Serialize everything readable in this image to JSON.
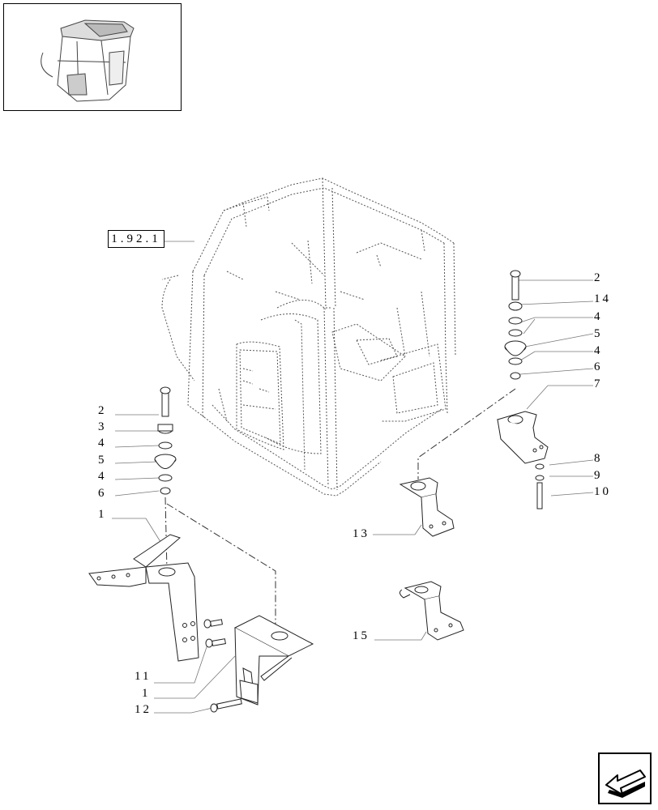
{
  "reference": {
    "label": "1.92.1"
  },
  "callouts": {
    "left": {
      "c2": "2",
      "c3": "3",
      "c4a": "4",
      "c5": "5",
      "c4b": "4",
      "c6": "6",
      "c1a": "1",
      "c11": "11",
      "c1b": "1",
      "c12": "12"
    },
    "right": {
      "c2": "2",
      "c14": "14",
      "c4a": "4",
      "c5": "5",
      "c4b": "4",
      "c6": "6",
      "c7": "7",
      "c8": "8",
      "c9": "9",
      "c10": "10"
    },
    "bottom": {
      "c13": "13",
      "c15": "15"
    }
  },
  "icons": {
    "thumbnail": "cab-thumbnail-icon",
    "next_page": "next-page-arrow-icon"
  }
}
